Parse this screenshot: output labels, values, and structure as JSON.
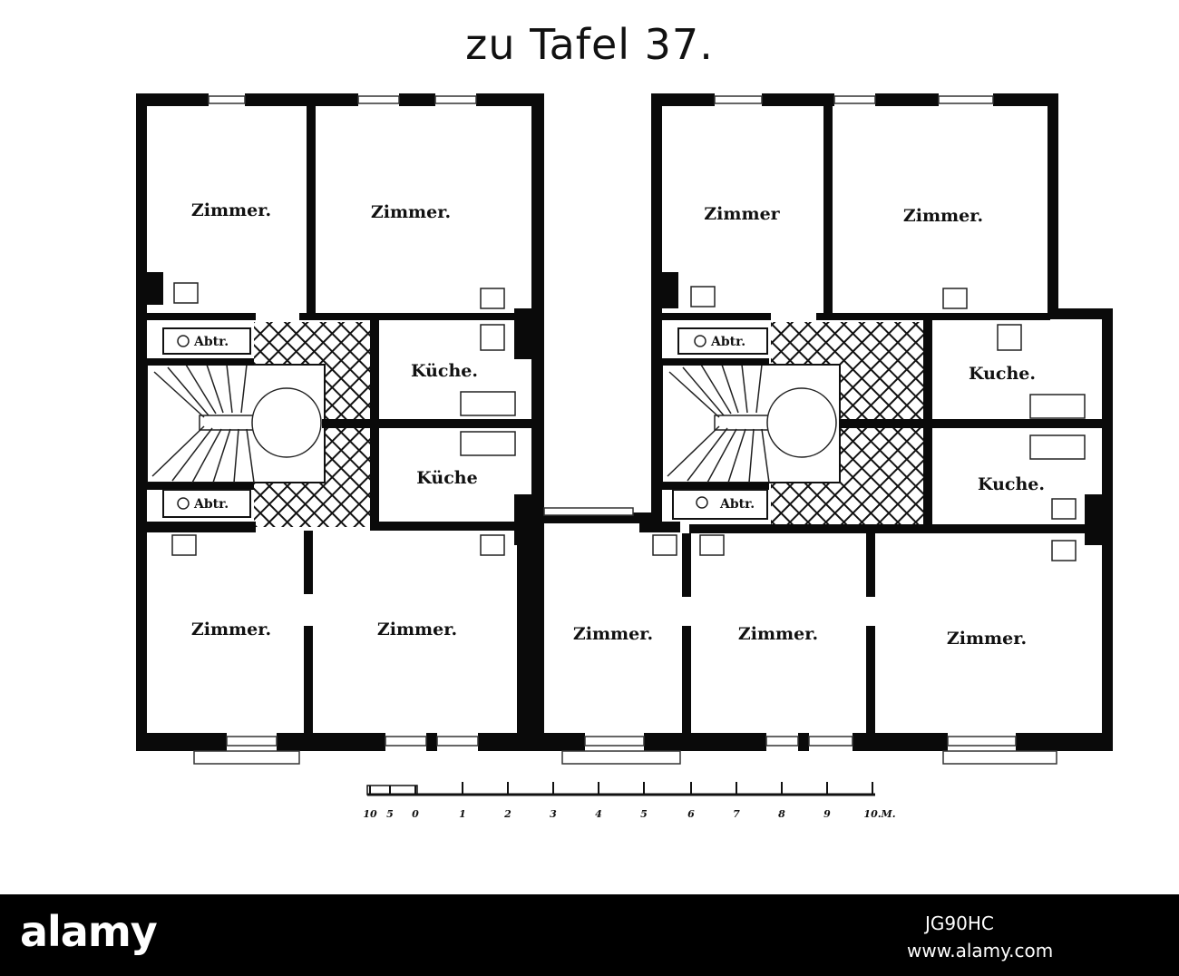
{
  "title": "zu Tafel 37.",
  "rooms": {
    "zimmer_ul1": "Zimmer.",
    "zimmer_ul2": "Zimmer.",
    "zimmer_ur1": "Zimmer",
    "zimmer_ur2": "Zimmer.",
    "zimmer_ll1": "Zimmer.",
    "zimmer_ll2": "Zimmer.",
    "zimmer_lm": "Zimmer.",
    "zimmer_lr1": "Zimmer.",
    "zimmer_lr2": "Zimmer.",
    "kueche_l1": "Küche.",
    "kueche_l2": "Küche",
    "kueche_r1": "Kuche.",
    "kueche_r2": "Kuche.",
    "abtr_l1": "Abtr.",
    "abtr_l2": "Abtr.",
    "abtr_r1": "Abtr.",
    "abtr_r2": "Abtr."
  },
  "scale": {
    "ticks": [
      "10",
      "5",
      "0",
      "1",
      "2",
      "3",
      "4",
      "5",
      "6",
      "7",
      "8",
      "9",
      "10.M."
    ]
  },
  "footer": {
    "brand": "alamy",
    "image_id": "JG90HC",
    "url": "www.alamy.com"
  }
}
